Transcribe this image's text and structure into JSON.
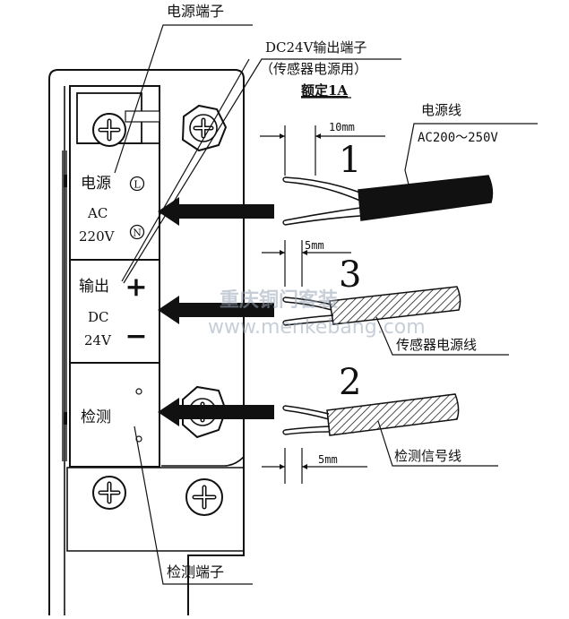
{
  "labels": {
    "power_terminal": "电源端子",
    "dc24v_output_terminal": "DC24V输出端子",
    "sensor_power_note": "（传感器电源用）",
    "rated_current": "额定1A",
    "power_cable": "电源线",
    "power_voltage": "AC200～250V",
    "sensor_power_cable": "传感器电源线",
    "detection_signal_cable": "检测信号线",
    "detection_terminal": "检测端子"
  },
  "terminal": {
    "power_label": "电源",
    "ac_label": "AC",
    "ac_voltage": "220V",
    "l_mark": "L",
    "n_mark": "N",
    "output_label": "输出",
    "dc_label": "DC",
    "dc_voltage": "24V",
    "plus_mark": "+",
    "minus_mark": "−",
    "detect_label": "检测"
  },
  "dimensions": {
    "strip_10": "10mm",
    "strip_5a": "5mm",
    "strip_5b": "5mm"
  },
  "numbers": {
    "n1": "1",
    "n2": "2",
    "n3": "3"
  },
  "watermark": {
    "cn": "重庆铜门客装",
    "url": "www.menkebang.com"
  }
}
